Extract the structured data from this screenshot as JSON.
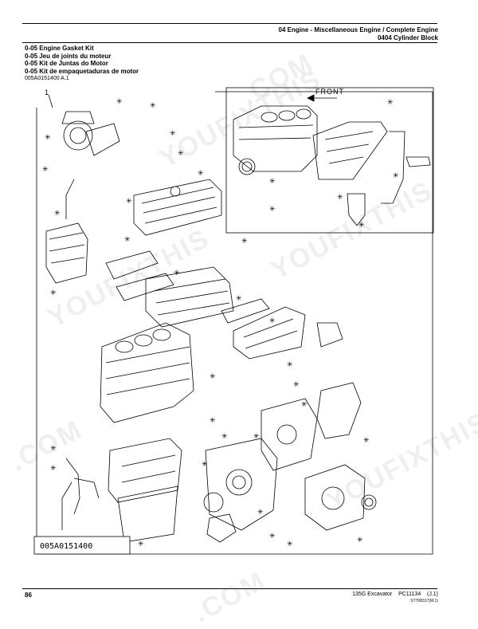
{
  "header": {
    "line1": "04 Engine - Miscellaneous Engine / Complete Engine",
    "line2": "0404 Cylinder Block"
  },
  "titles": [
    "0-05 Engine Gasket Kit",
    "0-05 Jeu de joints du moteur",
    "0-05 Kit de Juntas do Motor",
    "0-05 Kit de empaquetaduras de motor"
  ],
  "figure": {
    "ref": "005A0151400 A.1",
    "callout": "1",
    "inset_label": "FRONT",
    "id_box": "005A0151400"
  },
  "footer": {
    "page": "86",
    "model": "135G Excavator",
    "catalog": "PC11134",
    "revision": "(J.1)",
    "code": "ST708317(M.1)"
  },
  "watermark": {
    "text1": "YOUFIXTHIS",
    "text2": ".COM"
  }
}
